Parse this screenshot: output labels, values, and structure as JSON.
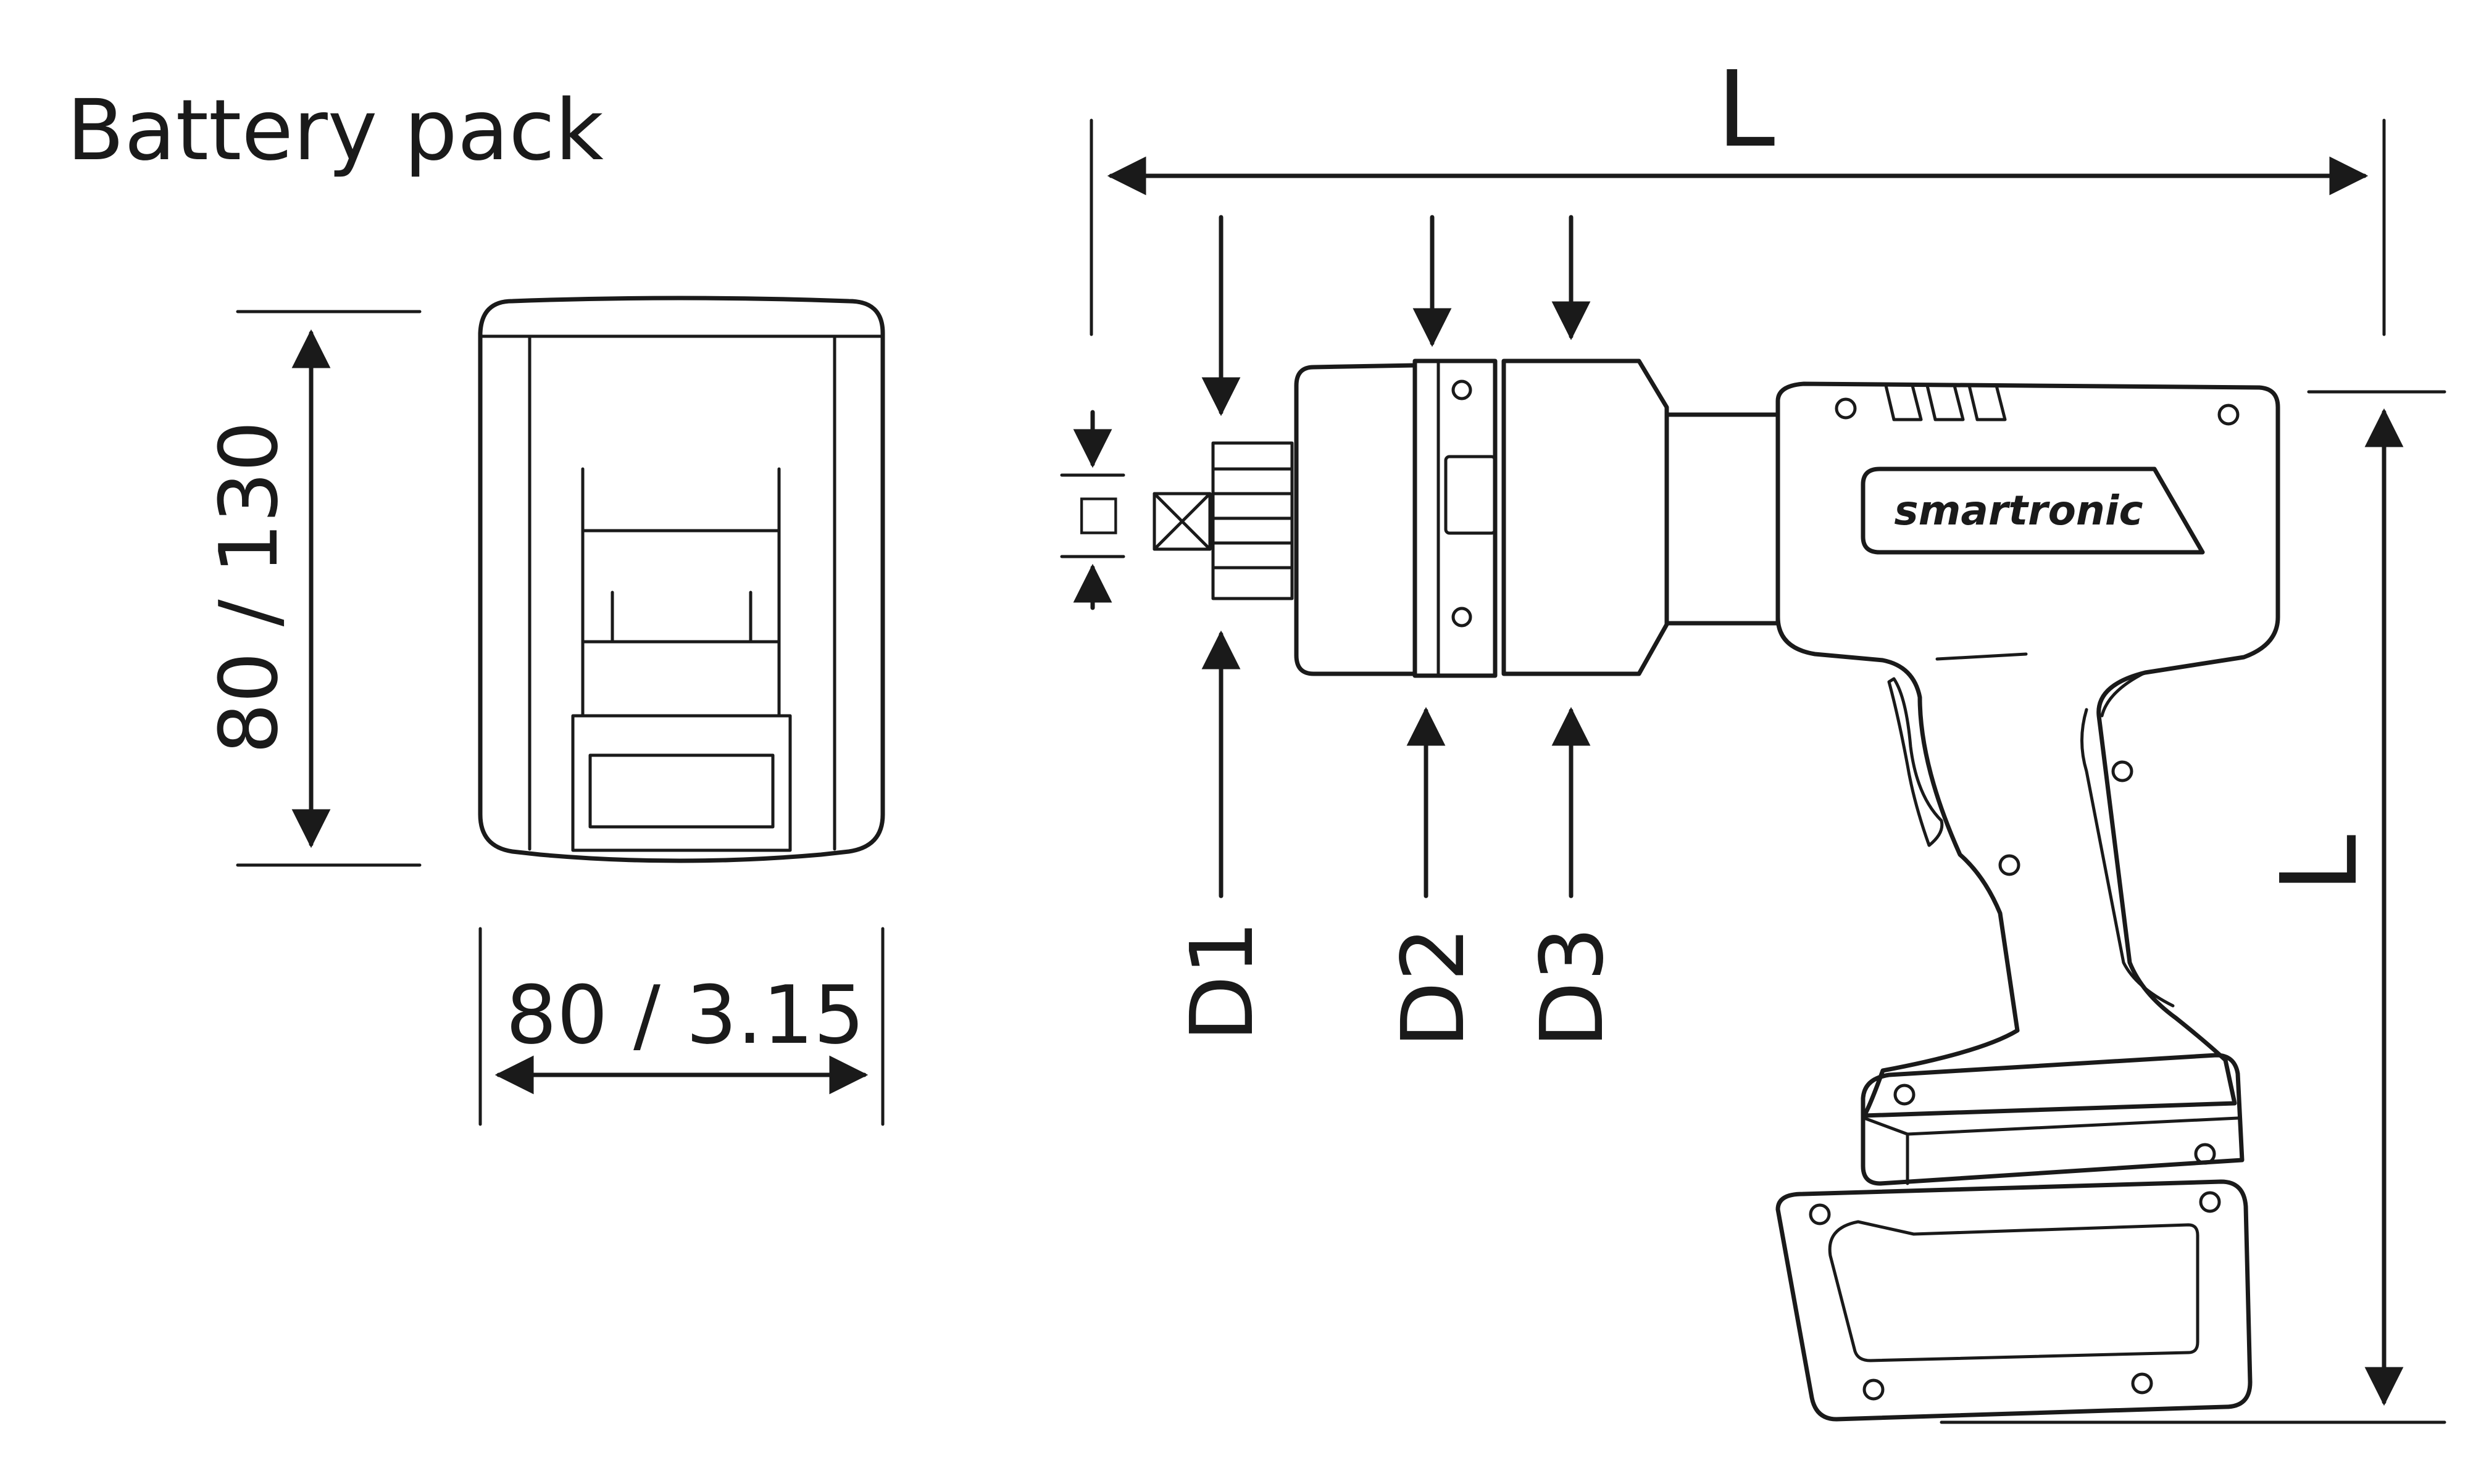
{
  "labels": {
    "battery_title": "Battery pack",
    "battery_height": "80 / 130",
    "battery_width": "80 / 3.15",
    "tool_length": "L",
    "tool_height": "L",
    "d1": "D1",
    "d2": "D2",
    "d3": "D3",
    "square_drive": "□",
    "brand": "smartronic"
  },
  "colors": {
    "line": "#1a1a1a",
    "background": "#ffffff"
  }
}
